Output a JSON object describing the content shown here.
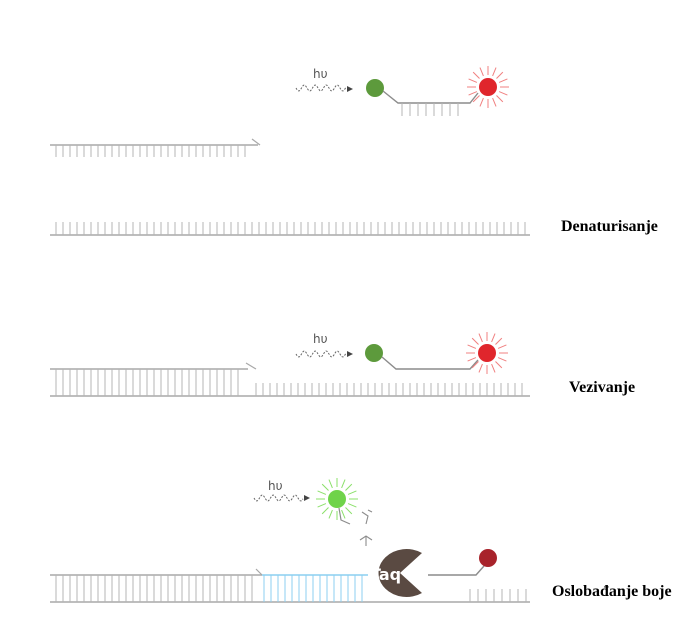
{
  "stages": [
    {
      "label": "Denaturisanje"
    },
    {
      "label": "Vezivanje"
    },
    {
      "label": "Oslobađanje boje"
    }
  ],
  "light_symbol": "hυ",
  "enzyme": {
    "label": "Taq"
  },
  "colors": {
    "strand": "#a8a8a8",
    "tick": "#b4b4b4",
    "probe_link": "#8c8c8c",
    "reporter": "#5d9a3c",
    "reporter_glow": "#6fd34a",
    "quencher": "#e0262c",
    "quencher_dark": "#a8232b",
    "enzyme": "#5a4a42",
    "cleaved_region": "#8ccff0"
  },
  "icons": [
    "wavy-light-arrow-icon",
    "reporter-dye-icon",
    "quencher-dye-icon",
    "taq-polymerase-icon",
    "cleaved-fragment-icon"
  ]
}
